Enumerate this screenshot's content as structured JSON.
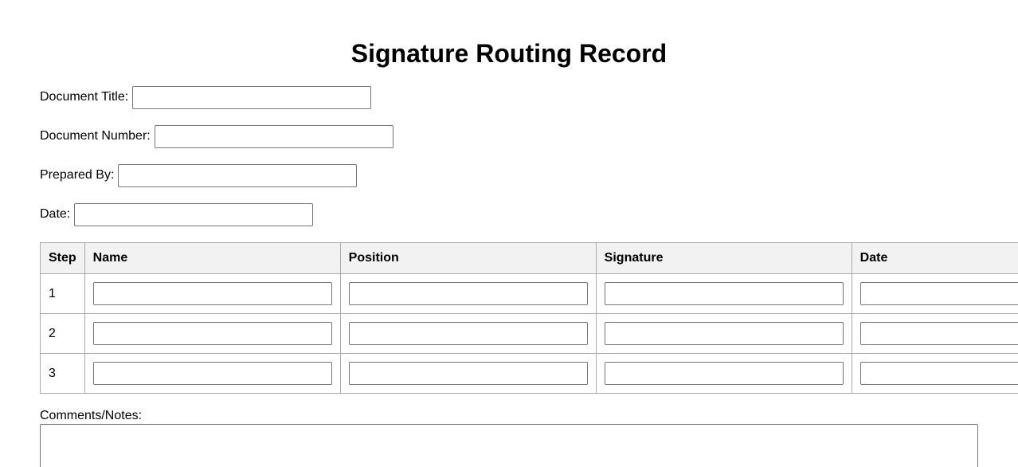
{
  "form": {
    "title": "Signature Routing Record",
    "fields": {
      "document_title": {
        "label": "Document Title:",
        "value": ""
      },
      "document_number": {
        "label": "Document Number:",
        "value": ""
      },
      "prepared_by": {
        "label": "Prepared By:",
        "value": ""
      },
      "date": {
        "label": "Date:",
        "value": ""
      }
    }
  },
  "table": {
    "headers": {
      "step": "Step",
      "name": "Name",
      "position": "Position",
      "signature": "Signature",
      "date": "Date"
    },
    "rows": [
      {
        "step": "1",
        "name": "",
        "position": "",
        "signature": "",
        "date": ""
      },
      {
        "step": "2",
        "name": "",
        "position": "",
        "signature": "",
        "date": ""
      },
      {
        "step": "3",
        "name": "",
        "position": "",
        "signature": "",
        "date": ""
      }
    ]
  },
  "comments": {
    "label": "Comments/Notes:",
    "value": ""
  }
}
